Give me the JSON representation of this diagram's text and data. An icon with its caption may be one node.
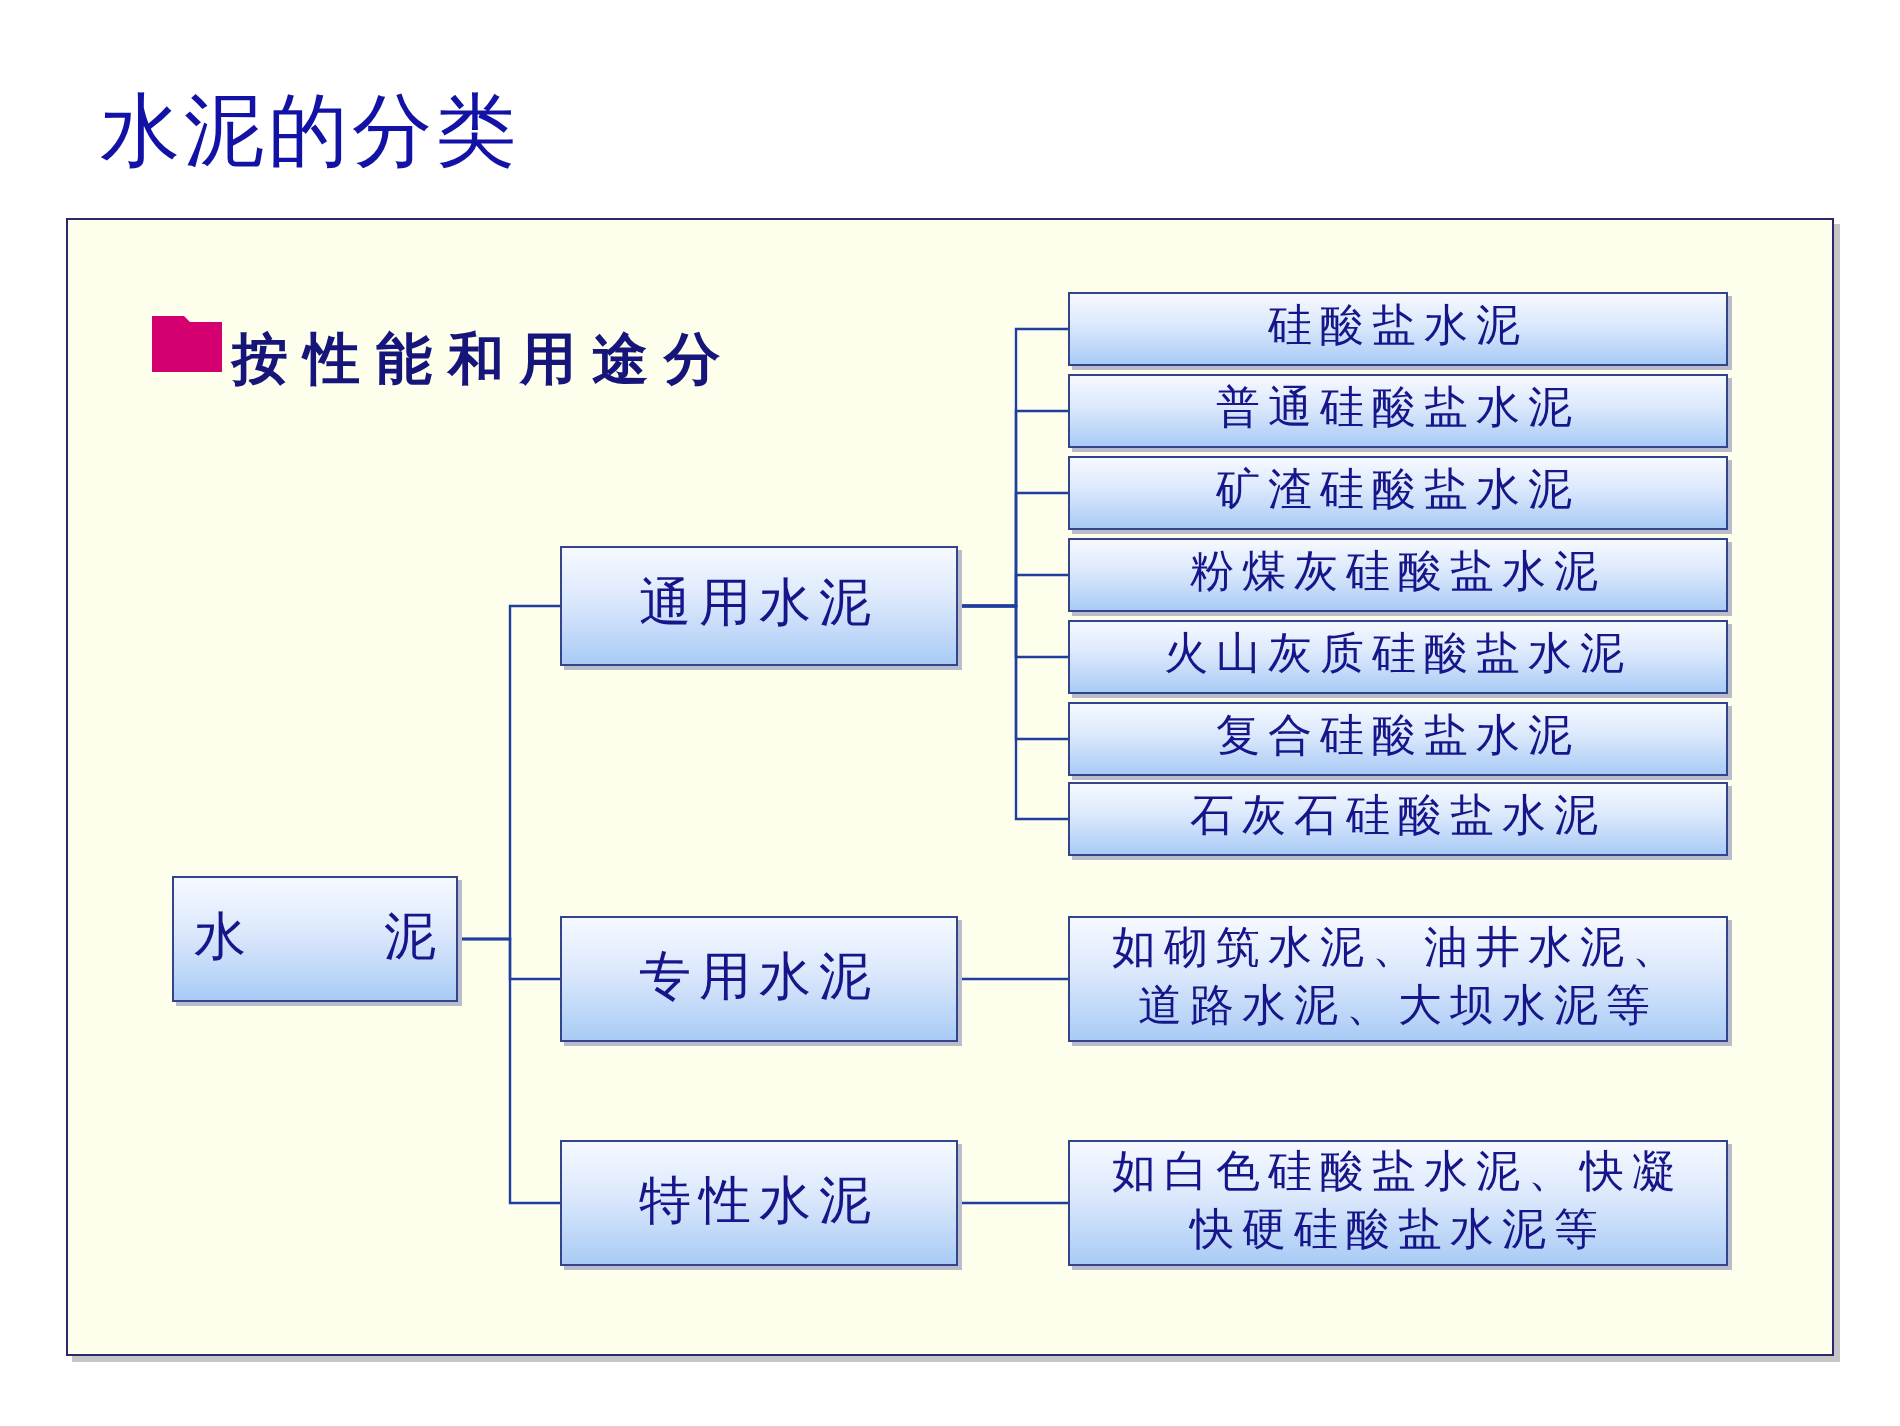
{
  "diagram": {
    "title": "水泥的分类",
    "nodes": [
      {
        "text": [
          "水 泥"
        ]
      },
      {
        "text": [
          "通用水泥"
        ]
      },
      {
        "text": [
          "专用水泥"
        ]
      },
      {
        "text": [
          "特性水泥"
        ]
      },
      {
        "text": [
          "硅酸盐水泥"
        ]
      },
      {
        "text": [
          "普通硅酸盐水泥"
        ]
      },
      {
        "text": [
          "矿渣硅酸盐水泥"
        ]
      },
      {
        "text": [
          "粉煤灰硅酸盐水泥"
        ]
      },
      {
        "text": [
          "火山灰质硅酸盐水泥"
        ]
      },
      {
        "text": [
          "复合硅酸盐水泥"
        ]
      },
      {
        "text": [
          "石灰石硅酸盐水泥"
        ]
      },
      {
        "text": [
          "如砌筑水泥、油井水泥、道路水泥、大坝水泥等"
        ]
      },
      {
        "text": [
          "如白色硅酸盐水泥、快凝快硬硅酸盐水泥等"
        ]
      }
    ],
    "edges": [
      {
        "from": 0,
        "to": 1,
        "arrow": "none"
      },
      {
        "from": 0,
        "to": 2,
        "arrow": "none"
      },
      {
        "from": 0,
        "to": 3,
        "arrow": "none"
      },
      {
        "from": 1,
        "to": 4,
        "arrow": "none"
      },
      {
        "from": 1,
        "to": 5,
        "arrow": "none"
      },
      {
        "from": 1,
        "to": 6,
        "arrow": "none"
      },
      {
        "from": 1,
        "to": 7,
        "arrow": "none"
      },
      {
        "from": 1,
        "to": 8,
        "arrow": "none"
      },
      {
        "from": 1,
        "to": 9,
        "arrow": "none"
      },
      {
        "from": 1,
        "to": 10,
        "arrow": "none"
      },
      {
        "from": 2,
        "to": 11,
        "arrow": "none"
      },
      {
        "from": 3,
        "to": 12,
        "arrow": "none"
      }
    ],
    "labels": [
      "按性能和用途分"
    ]
  }
}
